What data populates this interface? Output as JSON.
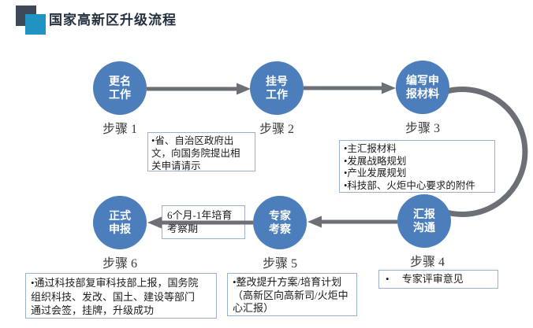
{
  "title": "国家高新区升级流程",
  "colors": {
    "circle_fill": "#4B7EBB",
    "circle_text": "#FFFFFF",
    "connector": "#6C7076",
    "note_border": "#9AB0D2",
    "note_text": "#1B1B1B",
    "step_label_text": "#3A3A3A",
    "title_text": "#25303F",
    "logo_dark": "#3E4859",
    "logo_blue": "#2193C2"
  },
  "steps": [
    {
      "circle_text": "更名\n工作",
      "label": "步骤 1"
    },
    {
      "circle_text": "挂号\n工作",
      "label": "步骤 2"
    },
    {
      "circle_text": "编写申\n报材料",
      "label": "步骤 3"
    },
    {
      "circle_text": "汇报\n沟通",
      "label": "步骤 4"
    },
    {
      "circle_text": "专家\n考察",
      "label": "步骤 5"
    },
    {
      "circle_text": "正式\n申报",
      "label": "步骤 6"
    }
  ],
  "notes": {
    "step1_2": "•省、自治区政府出\n文，向国务院提出相\n关申请请示",
    "step3": "•主汇报材料\n•发展战略规划\n•产业发展规划\n•科技部、火炬中心要求的附件",
    "cultivation_period": "6个月-1年培育\n考察期",
    "step4": "•     专家评审意见",
    "step5": "•整改提升方案/培育计划\n（高新区向高新司/火炬中\n心汇报）",
    "step6": "•通过科技部复审科技部上报，国务院\n组织科技、发改、国土、建设等部门\n通过会签，挂牌，升级成功"
  }
}
